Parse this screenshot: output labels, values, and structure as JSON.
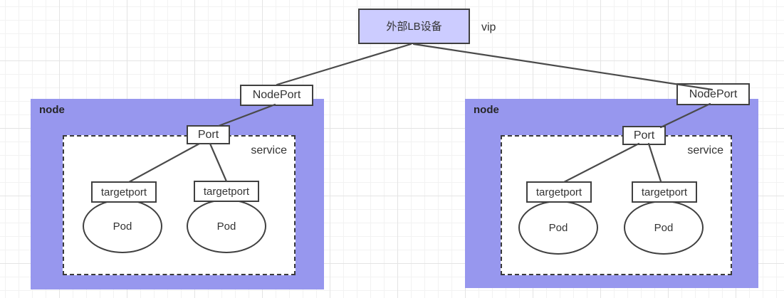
{
  "lb_box": {
    "label": "外部LB设备"
  },
  "vip_label": "vip",
  "nodes": [
    {
      "node_label": "node",
      "nodeport_label": "NodePort",
      "service_label": "service",
      "port_label": "Port",
      "targetport_labels": [
        "targetport",
        "targetport"
      ],
      "pod_labels": [
        "Pod",
        "Pod"
      ]
    },
    {
      "node_label": "node",
      "nodeport_label": "NodePort",
      "service_label": "service",
      "port_label": "Port",
      "targetport_labels": [
        "targetport",
        "targetport"
      ],
      "pod_labels": [
        "Pod",
        "Pod"
      ]
    }
  ],
  "colors": {
    "lb_fill": "#CCCCFF",
    "node_fill": "#9797EE",
    "box_border": "#404040",
    "connector": "#4A4A4A",
    "text": "#333333"
  }
}
